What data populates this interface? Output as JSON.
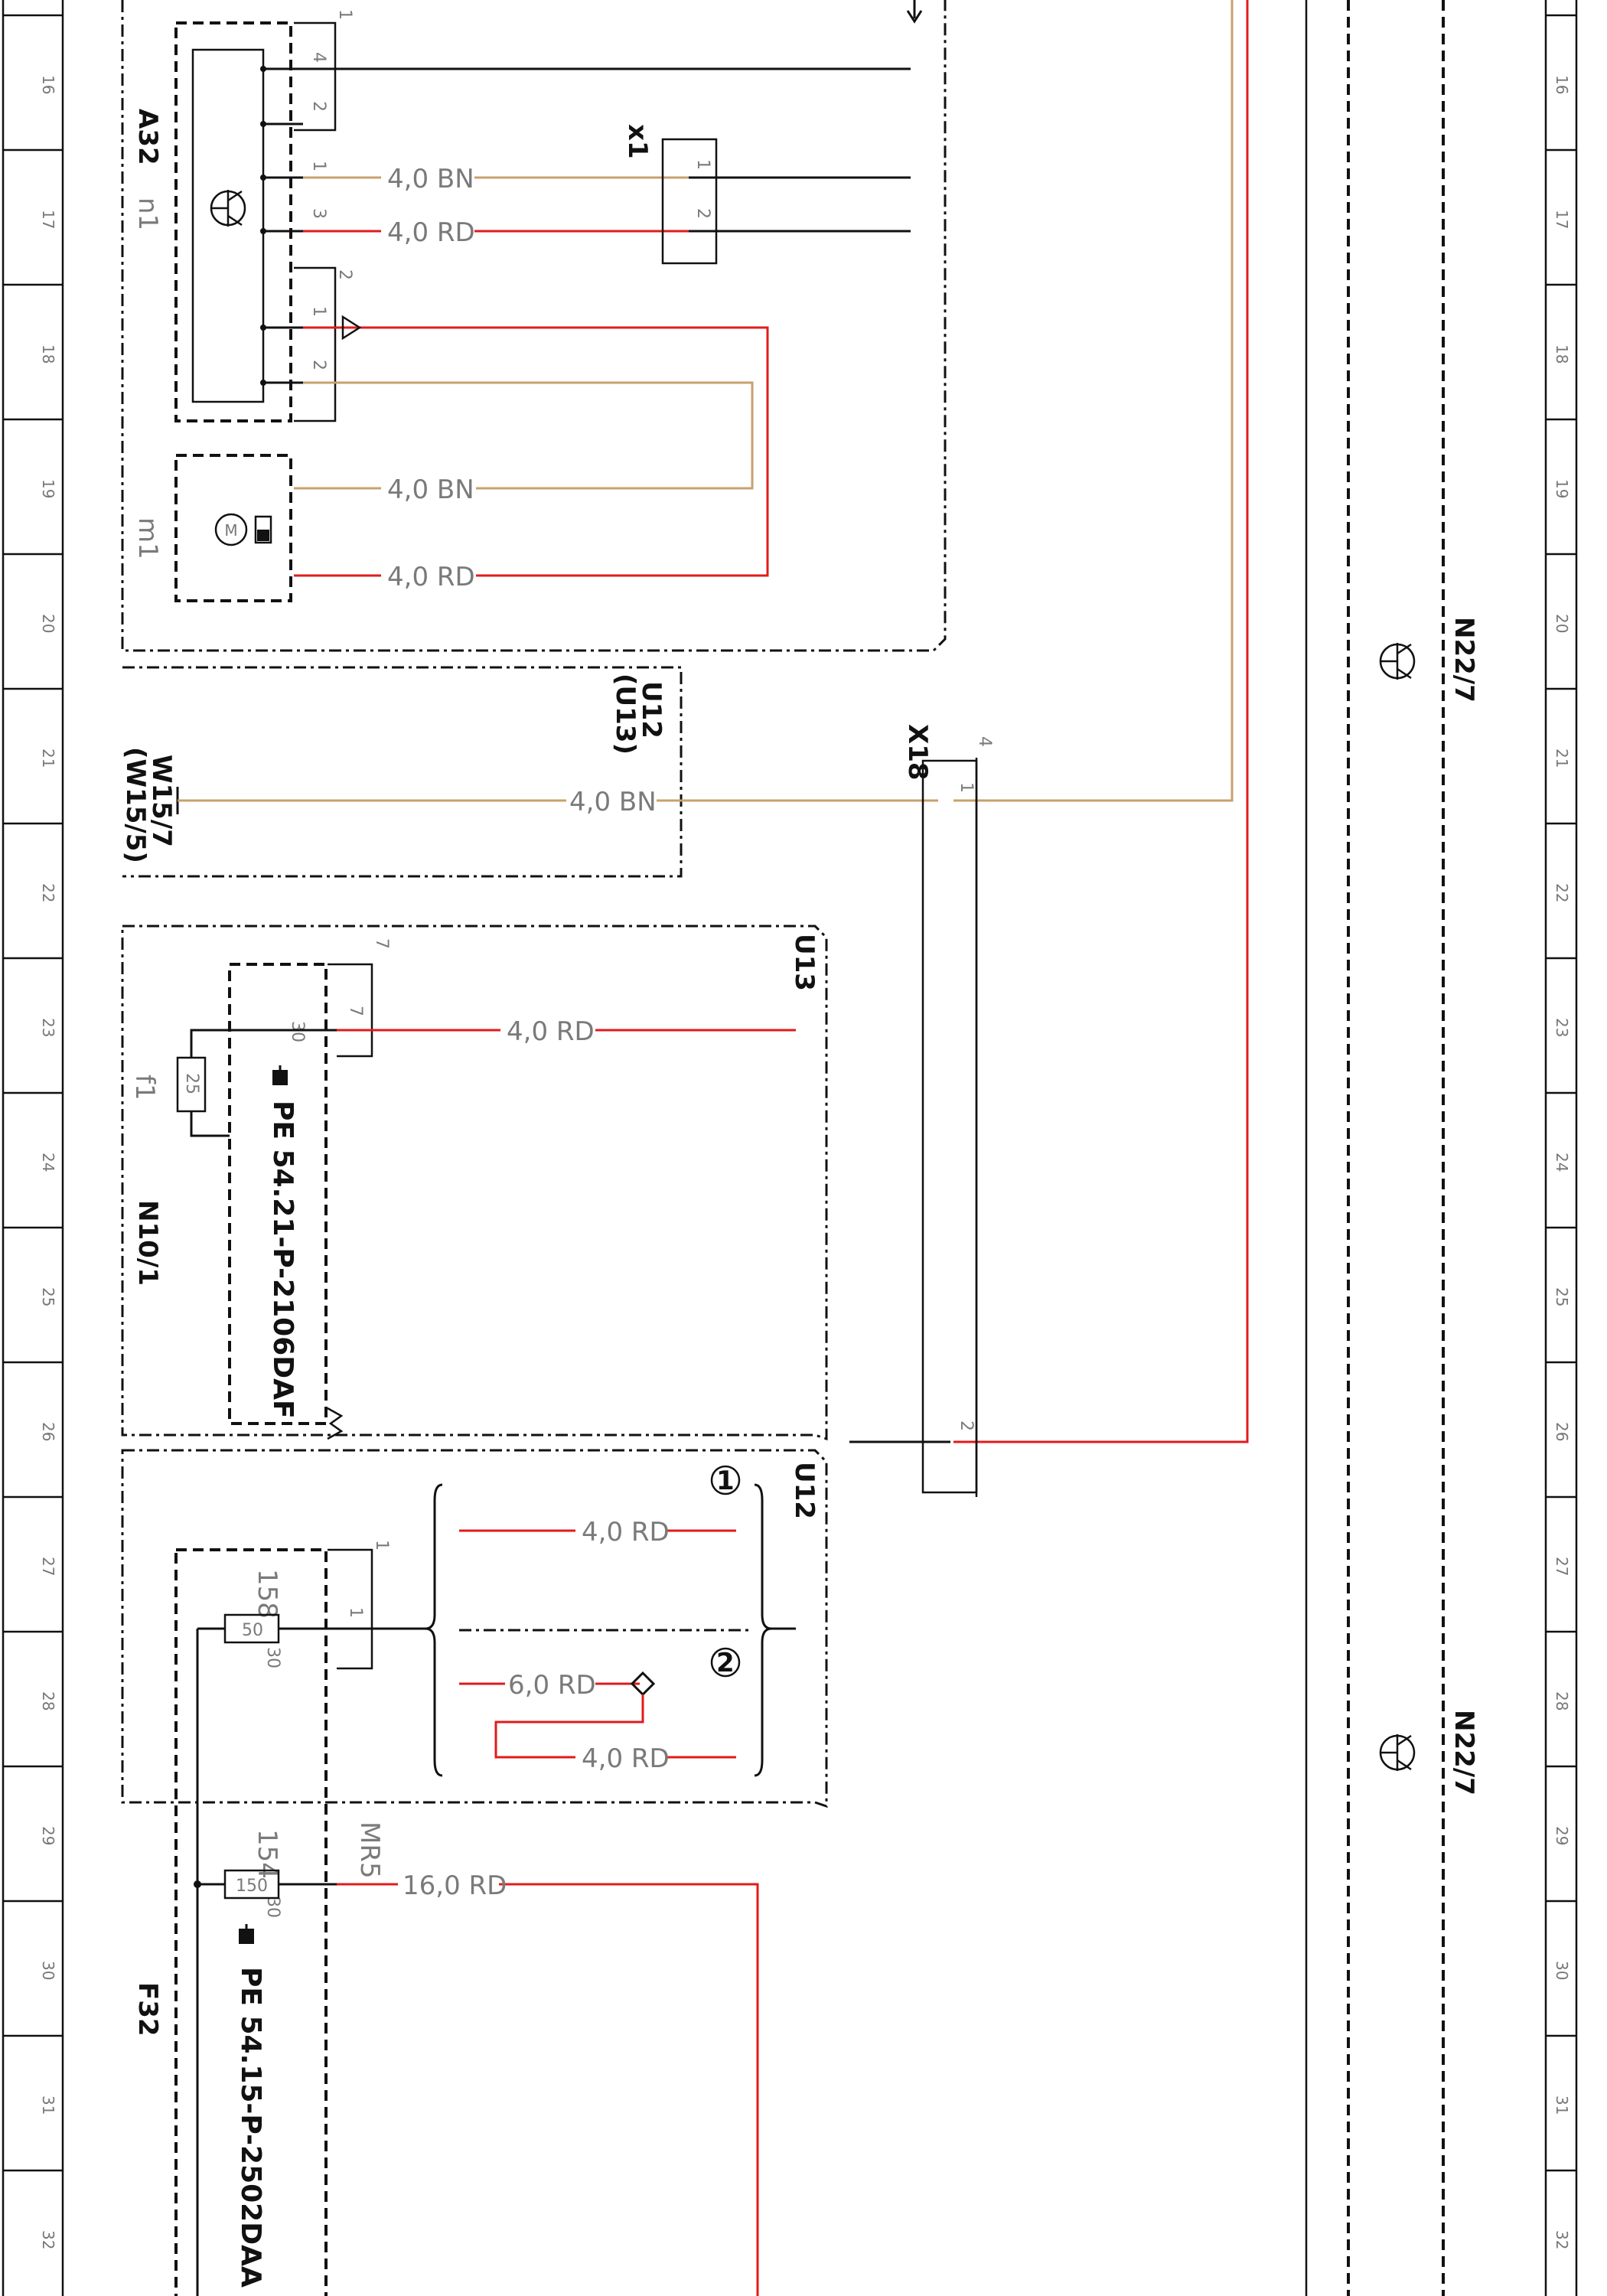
{
  "grid": {
    "rows": [
      "16",
      "17",
      "18",
      "19",
      "20",
      "21",
      "22",
      "23",
      "24",
      "25",
      "26",
      "27",
      "28",
      "29",
      "30",
      "31",
      "32"
    ]
  },
  "components": {
    "A32": "A32",
    "n1": "n1",
    "m1": "m1",
    "x1": "x1",
    "U12_U13": "U12",
    "U13_paren": "(U13)",
    "W15_7": "W15/7",
    "W15_5": "(W15/5)",
    "X18": "X18",
    "U13": "U13",
    "U12": "U12",
    "N10_1": "N10/1",
    "f1": "f1",
    "F32": "F32",
    "N22_7": "N22/7",
    "MR5": "MR5"
  },
  "wires": {
    "bn_a": "4,0 BN",
    "rd_a": "4,0 RD",
    "bn_m": "4,0 BN",
    "rd_m": "4,0 RD",
    "bn_w": "4,0 BN",
    "rd_u13": "4,0 RD",
    "rd_v1": "4,0 RD",
    "rd_v2a": "6,0 RD",
    "rd_v2b": "4,0 RD",
    "rd_main": "16,0 RD"
  },
  "pins": {
    "a_plug1": "1",
    "a_p4": "4",
    "a_p2": "2",
    "a_p1": "1",
    "a_p3": "3",
    "a_plug2": "2",
    "a_q1": "1",
    "a_q2": "2",
    "x1_1": "1",
    "x1_2": "2",
    "x18_top": "4",
    "x18_1": "1",
    "x18_2": "2",
    "u13_7a": "7",
    "u13_7b": "7",
    "u13_30": "30",
    "u12_1a": "1",
    "u12_1b": "1",
    "u12_158": "158",
    "u12_30": "30",
    "f32_154": "154",
    "f32_30": "30"
  },
  "fuses": {
    "f1": "25",
    "f158": "50",
    "f154": "150"
  },
  "variants": {
    "v1": "1",
    "v2": "2"
  },
  "references": {
    "pe_n10": "PE 54.21-P-2106DAF",
    "pe_f32": "PE 54.15-P-2502DAA"
  },
  "colors": {
    "red": "#e01b1b",
    "brown": "#c8a06e",
    "black": "#111111"
  }
}
